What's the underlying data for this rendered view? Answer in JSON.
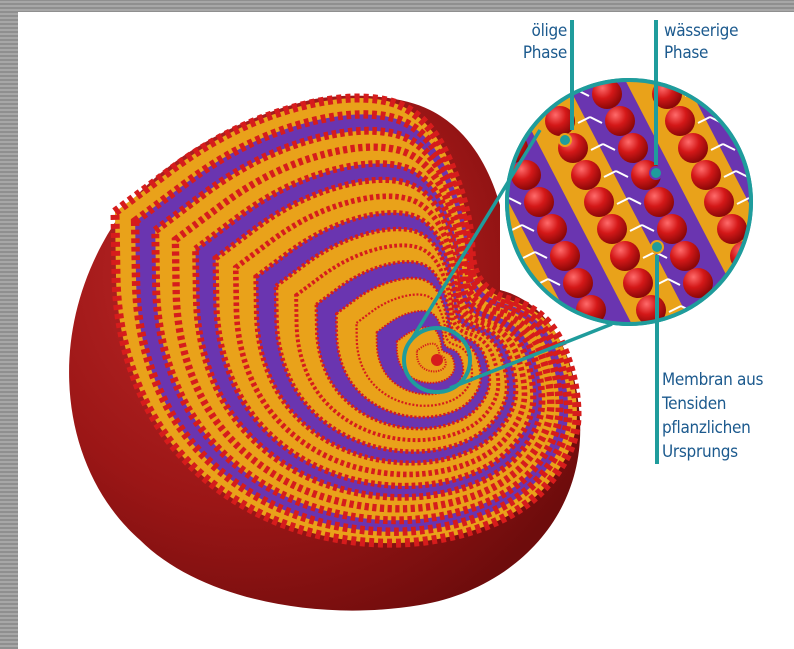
{
  "labels": {
    "oily_phase": [
      "ölige",
      "Phase"
    ],
    "water_phase": [
      "wässerige",
      "Phase"
    ],
    "membrane": [
      "Membran aus",
      "Tensiden",
      "pflanzlichen",
      "Ursprungs"
    ]
  },
  "colors": {
    "outer_shell": "#8e1212",
    "shell_highlight": "#b52020",
    "membrane_heads": "#d61c1c",
    "oily_band": "#e9a21a",
    "water_band": "#6a35b0",
    "callout_line": "#1f9c9c",
    "label_text": "#1c5a8e",
    "frame": "#9a9a9a"
  }
}
